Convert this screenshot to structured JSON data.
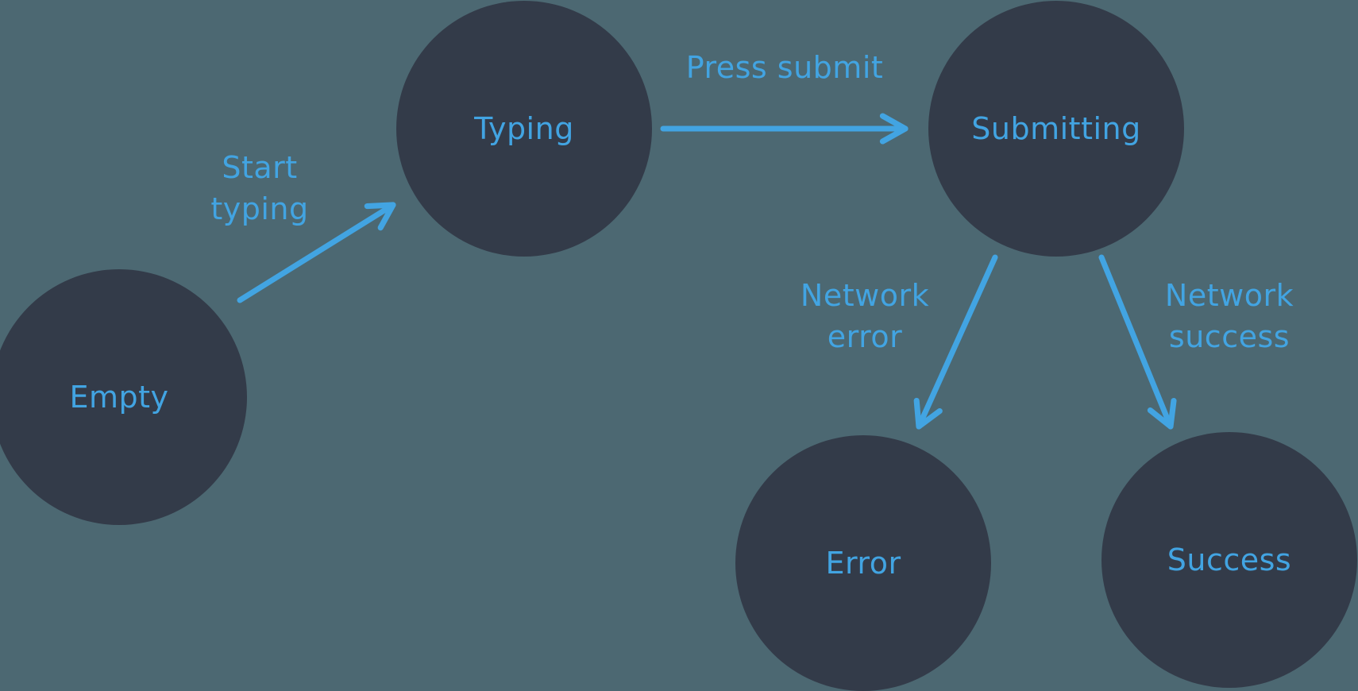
{
  "colors": {
    "background": "#4c6872",
    "node_fill": "#333b49",
    "accent": "#42a4e2"
  },
  "nodes": [
    {
      "id": "empty",
      "label": "Empty"
    },
    {
      "id": "typing",
      "label": "Typing"
    },
    {
      "id": "submitting",
      "label": "Submitting"
    },
    {
      "id": "error",
      "label": "Error"
    },
    {
      "id": "success",
      "label": "Success"
    }
  ],
  "transitions": [
    {
      "from": "empty",
      "to": "typing",
      "label": "Start\ntyping"
    },
    {
      "from": "typing",
      "to": "submitting",
      "label": "Press submit"
    },
    {
      "from": "submitting",
      "to": "error",
      "label": "Network\nerror"
    },
    {
      "from": "submitting",
      "to": "success",
      "label": "Network\nsuccess"
    }
  ]
}
